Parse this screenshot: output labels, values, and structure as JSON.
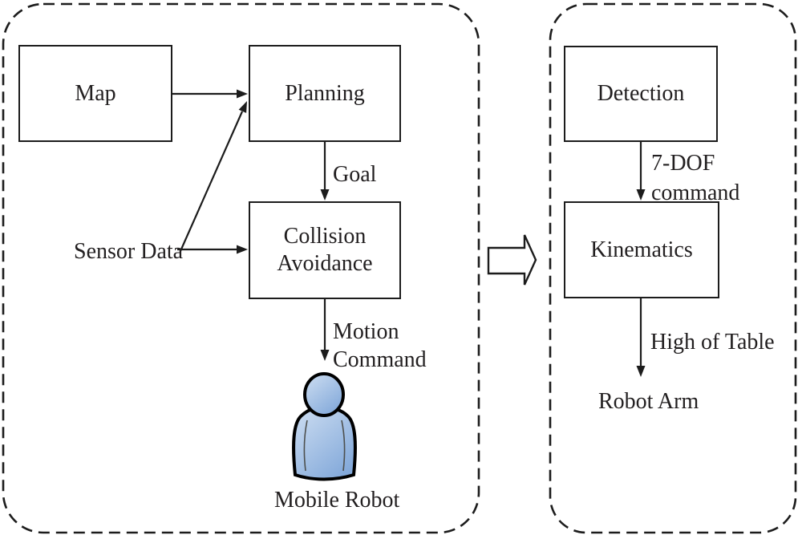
{
  "left_panel": {
    "nodes": {
      "map": {
        "label": "Map"
      },
      "planning": {
        "label": "Planning"
      },
      "collision_avoidance": {
        "line1": "Collision",
        "line2": "Avoidance"
      }
    },
    "edge_labels": {
      "goal": "Goal",
      "sensor_data": "Sensor Data",
      "motion_command_line1": "Motion",
      "motion_command_line2": "Command"
    },
    "caption": {
      "mobile_robot": "Mobile Robot"
    }
  },
  "right_panel": {
    "nodes": {
      "detection": {
        "label": "Detection"
      },
      "kinematics": {
        "label": "Kinematics"
      }
    },
    "edge_labels": {
      "dof_command_line1": "7-DOF",
      "dof_command_line2": "command",
      "high_of_table": "High of Table"
    },
    "caption": {
      "robot_arm": "Robot Arm"
    }
  },
  "icons": {
    "mobile_robot_person": "person-icon",
    "panel_transition": "block-arrow-right-icon"
  },
  "colors": {
    "line_color": "#1c1c1c",
    "text_color": "#221f20",
    "person_fill_light": "#cfdff2",
    "person_fill_dark": "#83a9da",
    "person_outline": "#000000"
  }
}
